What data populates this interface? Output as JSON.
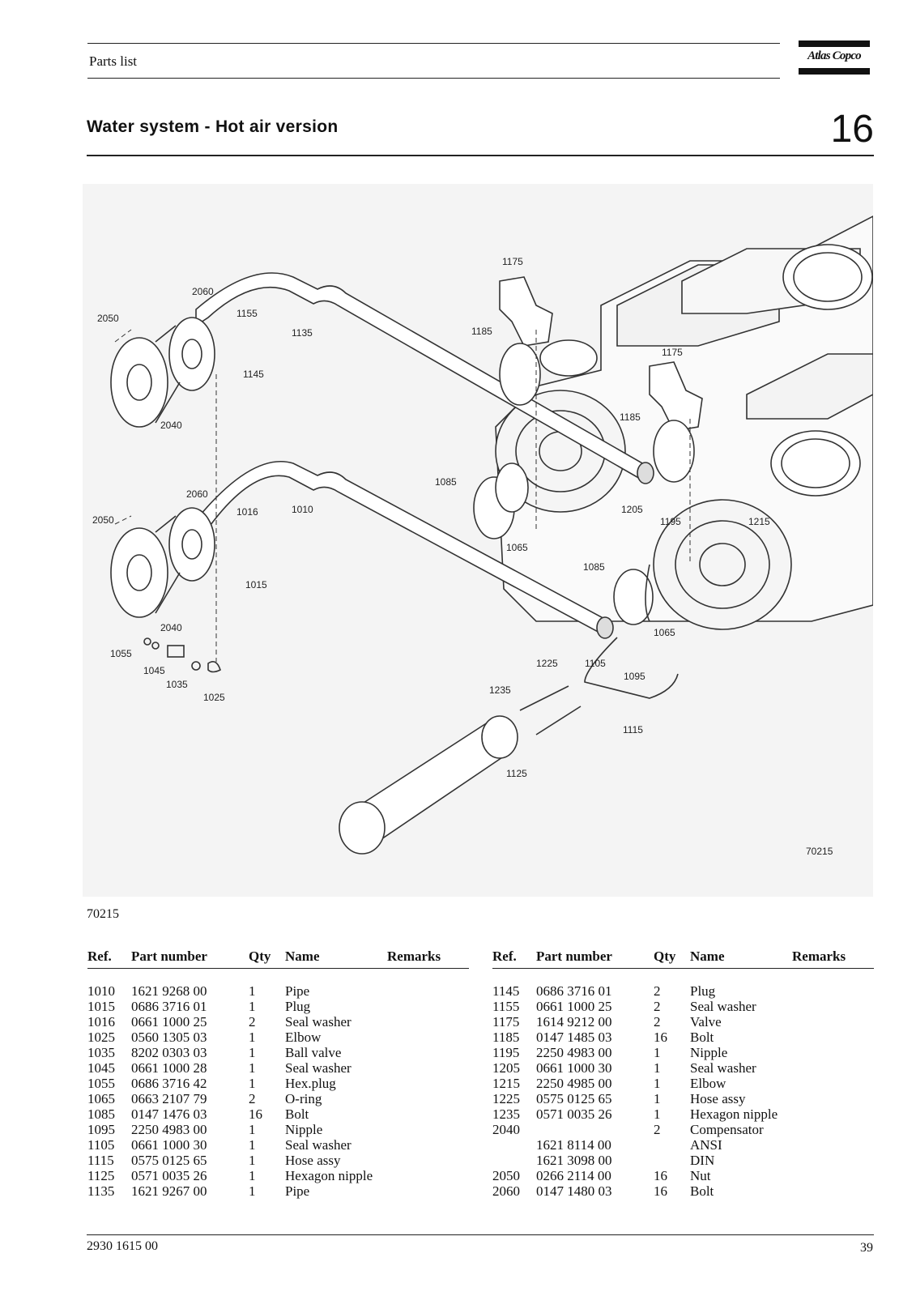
{
  "header": {
    "title": "Parts list",
    "brand": "Atlas Copco"
  },
  "section": {
    "title": "Water system - Hot air version",
    "number": "16"
  },
  "figure": {
    "id": "70215",
    "inner_id": "70215",
    "callouts": [
      {
        "ref": "1175"
      },
      {
        "ref": "1175"
      },
      {
        "ref": "2060"
      },
      {
        "ref": "1155"
      },
      {
        "ref": "2050"
      },
      {
        "ref": "1135"
      },
      {
        "ref": "1185"
      },
      {
        "ref": "1145"
      },
      {
        "ref": "1185"
      },
      {
        "ref": "2040"
      },
      {
        "ref": "1085"
      },
      {
        "ref": "2060"
      },
      {
        "ref": "1016"
      },
      {
        "ref": "1010"
      },
      {
        "ref": "1205"
      },
      {
        "ref": "2050"
      },
      {
        "ref": "1195"
      },
      {
        "ref": "1215"
      },
      {
        "ref": "1065"
      },
      {
        "ref": "1015"
      },
      {
        "ref": "1085"
      },
      {
        "ref": "2040"
      },
      {
        "ref": "1065"
      },
      {
        "ref": "1055"
      },
      {
        "ref": "1225"
      },
      {
        "ref": "1105"
      },
      {
        "ref": "1045"
      },
      {
        "ref": "1095"
      },
      {
        "ref": "1035"
      },
      {
        "ref": "1235"
      },
      {
        "ref": "1025"
      },
      {
        "ref": "1115"
      },
      {
        "ref": "1125"
      }
    ]
  },
  "table": {
    "headers": {
      "ref": "Ref.",
      "part_number": "Part number",
      "qty": "Qty",
      "name": "Name",
      "remarks": "Remarks"
    },
    "left": [
      {
        "ref": "1010",
        "part_number": "1621 9268 00",
        "qty": "1",
        "name": "Pipe",
        "remarks": ""
      },
      {
        "ref": "1015",
        "part_number": "0686 3716 01",
        "qty": "1",
        "name": "Plug",
        "remarks": ""
      },
      {
        "ref": "1016",
        "part_number": "0661 1000 25",
        "qty": "2",
        "name": "Seal washer",
        "remarks": ""
      },
      {
        "ref": "1025",
        "part_number": "0560 1305 03",
        "qty": "1",
        "name": "Elbow",
        "remarks": ""
      },
      {
        "ref": "1035",
        "part_number": "8202 0303 03",
        "qty": "1",
        "name": "Ball valve",
        "remarks": ""
      },
      {
        "ref": "1045",
        "part_number": "0661 1000 28",
        "qty": "1",
        "name": "Seal washer",
        "remarks": ""
      },
      {
        "ref": "1055",
        "part_number": "0686 3716 42",
        "qty": "1",
        "name": "Hex.plug",
        "remarks": ""
      },
      {
        "ref": "1065",
        "part_number": "0663 2107 79",
        "qty": "2",
        "name": "O-ring",
        "remarks": ""
      },
      {
        "ref": "1085",
        "part_number": "0147 1476 03",
        "qty": "16",
        "name": "Bolt",
        "remarks": ""
      },
      {
        "ref": "1095",
        "part_number": "2250 4983 00",
        "qty": "1",
        "name": "Nipple",
        "remarks": ""
      },
      {
        "ref": "1105",
        "part_number": "0661 1000 30",
        "qty": "1",
        "name": "Seal washer",
        "remarks": ""
      },
      {
        "ref": "1115",
        "part_number": "0575 0125 65",
        "qty": "1",
        "name": "Hose  assy",
        "remarks": ""
      },
      {
        "ref": "1125",
        "part_number": "0571 0035 26",
        "qty": "1",
        "name": "Hexagon nipple",
        "remarks": ""
      },
      {
        "ref": "1135",
        "part_number": "1621 9267 00",
        "qty": "1",
        "name": "Pipe",
        "remarks": ""
      }
    ],
    "right": [
      {
        "ref": "1145",
        "part_number": "0686 3716 01",
        "qty": "2",
        "name": "Plug",
        "remarks": ""
      },
      {
        "ref": "1155",
        "part_number": "0661 1000 25",
        "qty": "2",
        "name": "Seal washer",
        "remarks": ""
      },
      {
        "ref": "1175",
        "part_number": "1614 9212 00",
        "qty": "2",
        "name": "Valve",
        "remarks": ""
      },
      {
        "ref": "1185",
        "part_number": "0147 1485 03",
        "qty": "16",
        "name": "Bolt",
        "remarks": ""
      },
      {
        "ref": "1195",
        "part_number": "2250 4983 00",
        "qty": "1",
        "name": "Nipple",
        "remarks": ""
      },
      {
        "ref": "1205",
        "part_number": "0661 1000 30",
        "qty": "1",
        "name": "Seal washer",
        "remarks": ""
      },
      {
        "ref": "1215",
        "part_number": "2250 4985 00",
        "qty": "1",
        "name": "Elbow",
        "remarks": ""
      },
      {
        "ref": "1225",
        "part_number": "0575 0125 65",
        "qty": "1",
        "name": "Hose  assy",
        "remarks": ""
      },
      {
        "ref": "1235",
        "part_number": "0571 0035 26",
        "qty": "1",
        "name": "Hexagon nipple",
        "remarks": ""
      },
      {
        "ref": "2040",
        "part_number": "",
        "qty": "2",
        "name": "Compensator",
        "remarks": ""
      },
      {
        "ref": "",
        "part_number": "1621 8114 00",
        "qty": "",
        "name": "ANSI",
        "remarks": ""
      },
      {
        "ref": "",
        "part_number": "1621 3098 00",
        "qty": "",
        "name": "DIN",
        "remarks": ""
      },
      {
        "ref": "2050",
        "part_number": "0266 2114 00",
        "qty": "16",
        "name": "Nut",
        "remarks": ""
      },
      {
        "ref": "2060",
        "part_number": "0147 1480 03",
        "qty": "16",
        "name": "Bolt",
        "remarks": ""
      }
    ]
  },
  "footer": {
    "doc_number": "2930 1615 00",
    "page": "39"
  }
}
